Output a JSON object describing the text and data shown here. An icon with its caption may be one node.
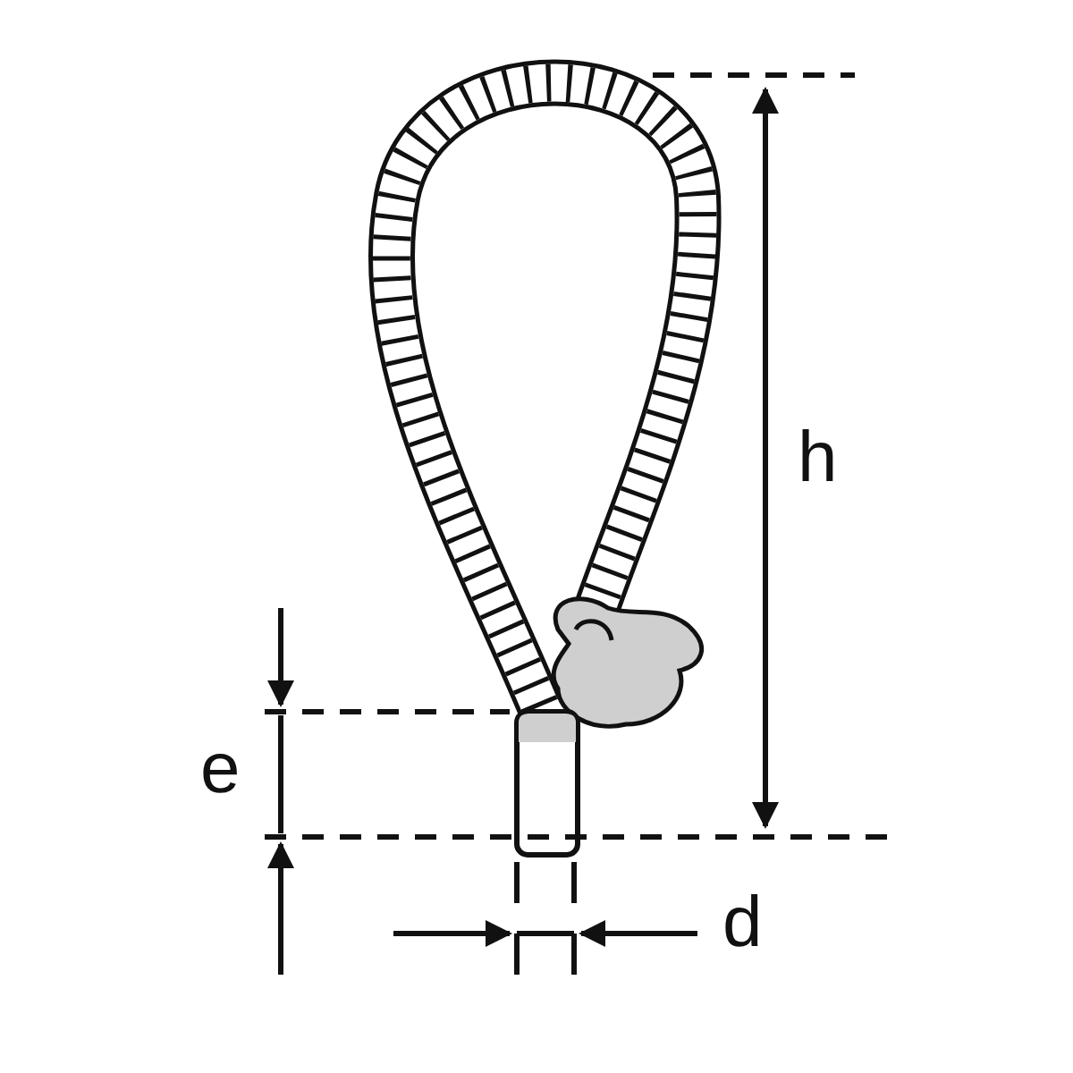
{
  "diagram": {
    "labels": [
      "h",
      "e",
      "d"
    ]
  }
}
